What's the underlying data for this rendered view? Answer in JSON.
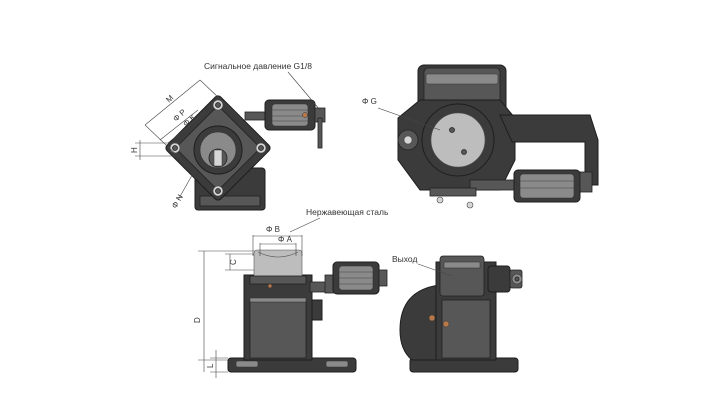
{
  "callouts": {
    "signal_pressure": "Сигнальное давление G1/8",
    "stainless_steel": "Нержавеющая сталь",
    "output": "Выход"
  },
  "dimensions": {
    "M": "M",
    "phiP": "Φ P",
    "phiK": "Φ K",
    "H": "H",
    "phiN": "Φ N",
    "phiG": "Φ G",
    "phiB": "Φ B",
    "phiA": "Φ A",
    "C": "C",
    "D": "D",
    "L": "L"
  },
  "colors": {
    "body": "#3b3b3b",
    "accent_brass": "#b8794a",
    "highlight": "#d6d6d6"
  }
}
